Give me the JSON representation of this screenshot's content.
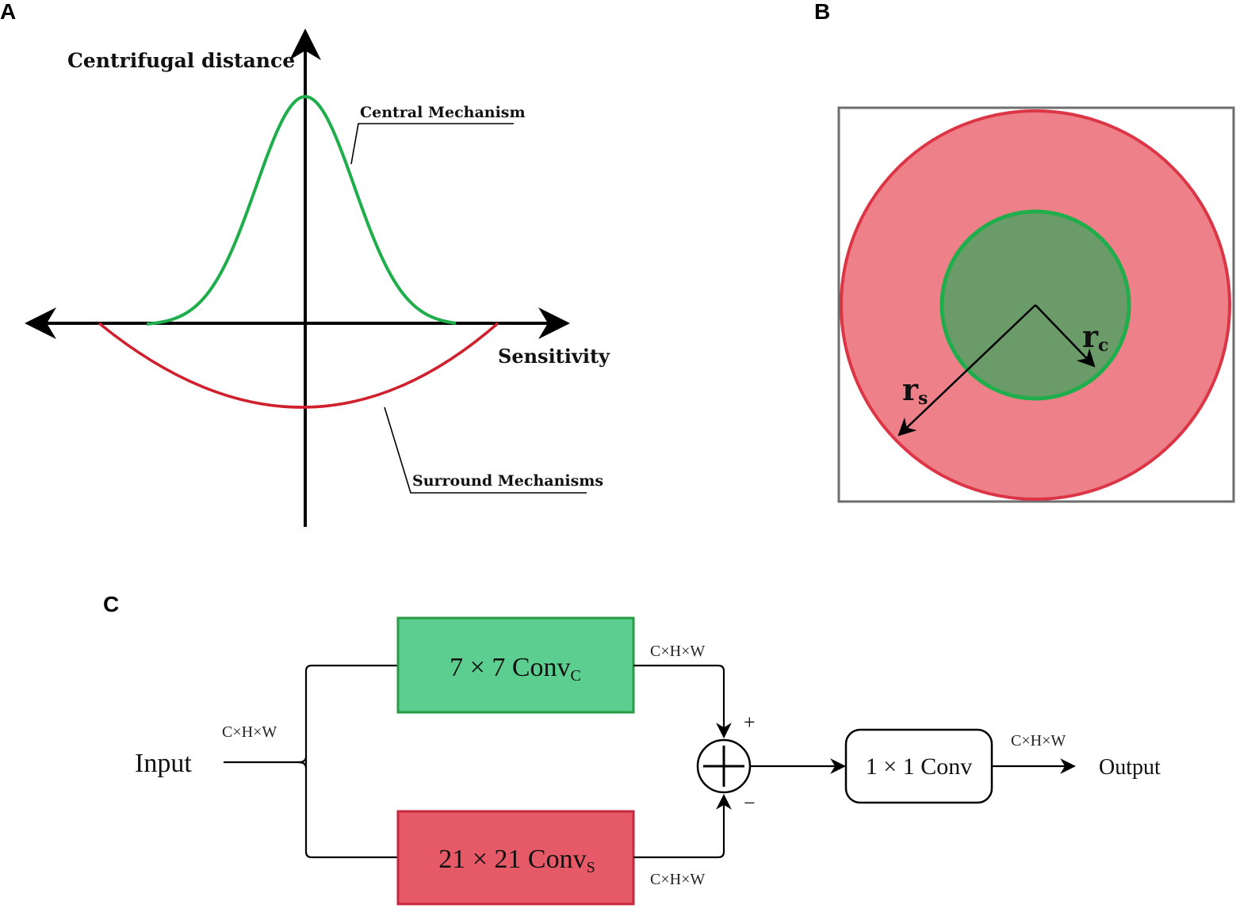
{
  "panels": {
    "a": {
      "letter": "A"
    },
    "b": {
      "letter": "B"
    },
    "c": {
      "letter": "C"
    }
  },
  "panel_a": {
    "y_axis_label": "Centrifugal distance",
    "x_axis_label": "Sensitivity",
    "central_label": "Central Mechanism",
    "surround_label": "Surround Mechanisms",
    "colors": {
      "central": "#1fae4b",
      "surround": "#d0202d",
      "axis": "#000000"
    }
  },
  "panel_b": {
    "rc_main": "r",
    "rc_sub": "c",
    "rs_main": "r",
    "rs_sub": "s",
    "colors": {
      "outer_fill": "#ed8089",
      "outer_stroke": "#dc3545",
      "inner_fill": "#6b9b69",
      "inner_stroke": "#1fae4b",
      "frame": "#6e6e6e"
    }
  },
  "panel_c": {
    "input_label": "Input",
    "output_label": "Output",
    "dim_label": "C×H×W",
    "center_box": {
      "main": "7 × 7 Conv",
      "sub": "C"
    },
    "surround_box": {
      "main": "21 × 21 Conv",
      "sub": "S"
    },
    "conv1x1_label": "1 × 1 Conv",
    "plus_sign": "+",
    "minus_sign": "−",
    "colors": {
      "center_fill": "#5ccf90",
      "center_stroke": "#2a9b46",
      "surround_fill": "#e55a66",
      "surround_stroke": "#c9283a"
    }
  }
}
